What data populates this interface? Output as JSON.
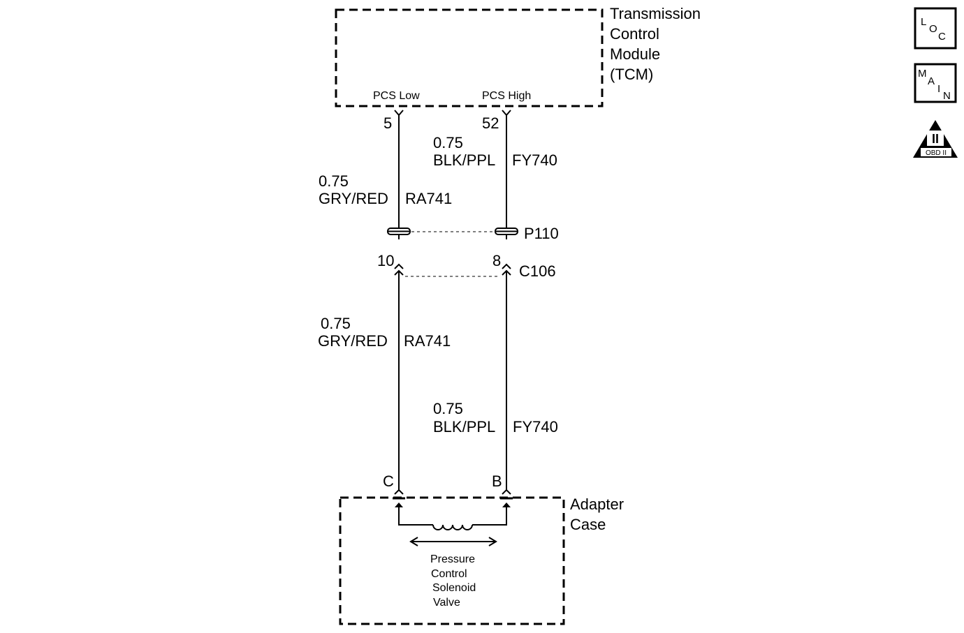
{
  "tcm": {
    "label_lines": [
      "Transmission",
      "Control",
      "Module",
      "(TCM)"
    ],
    "pin_low_label": "PCS Low",
    "pin_high_label": "PCS High",
    "pin_low_number": "5",
    "pin_high_number": "52"
  },
  "wires": {
    "upper_left": {
      "gauge": "0.75",
      "color": "GRY/RED",
      "circuit": "RA741"
    },
    "upper_right": {
      "gauge": "0.75",
      "color": "BLK/PPL",
      "circuit": "FY740"
    },
    "lower_left": {
      "gauge": "0.75",
      "color": "GRY/RED",
      "circuit": "RA741"
    },
    "lower_right": {
      "gauge": "0.75",
      "color": "BLK/PPL",
      "circuit": "FY740"
    }
  },
  "pass_through": {
    "label": "P110"
  },
  "connector_c106": {
    "label": "C106",
    "pin_left": "10",
    "pin_right": "8"
  },
  "adapter_case": {
    "label_lines": [
      "Adapter",
      "Case"
    ],
    "pin_left": "C",
    "pin_right": "B",
    "component_lines": [
      "Pressure",
      "Control",
      "Solenoid",
      "Valve"
    ]
  },
  "side_icons": {
    "loc": {
      "letters": [
        "L",
        "O",
        "C"
      ]
    },
    "main": {
      "letters": [
        "M",
        "A",
        "I",
        "N"
      ]
    },
    "obd": {
      "numeral": "II",
      "caption": "OBD II"
    }
  }
}
